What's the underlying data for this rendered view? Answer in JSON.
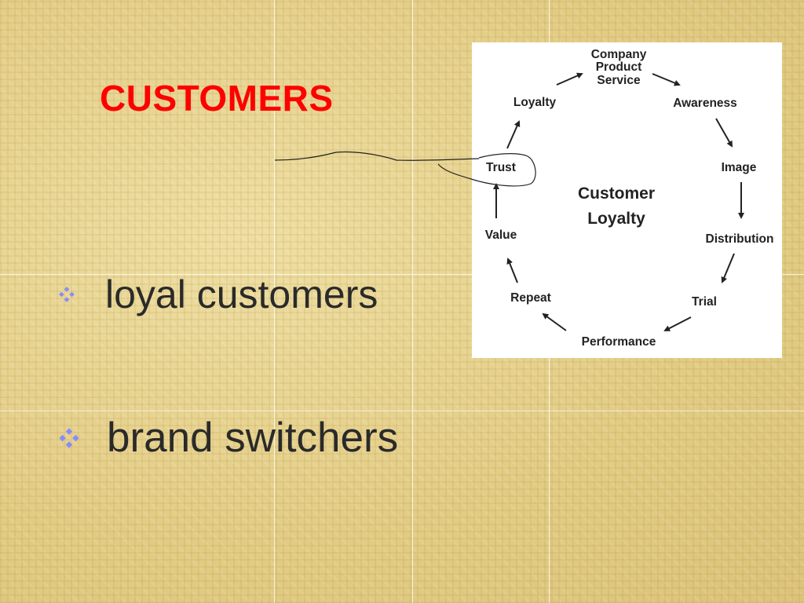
{
  "slide": {
    "title": "CUSTOMERS",
    "bullets": [
      {
        "text": "loyal customers"
      },
      {
        "text": "brand switchers"
      }
    ],
    "colors": {
      "title": "#ff0000",
      "bullet_mark": "#8a8aff",
      "text": "#2a2a2a"
    }
  },
  "figure": {
    "center": [
      "Customer",
      "Loyalty"
    ],
    "stages": {
      "company": [
        "Company",
        "Product",
        "Service"
      ],
      "awareness": "Awareness",
      "image": "Image",
      "distribution": "Distribution",
      "trial": "Trial",
      "performance": "Performance",
      "repeat": "Repeat",
      "value": "Value",
      "trust": "Trust",
      "loyalty": "Loyalty"
    }
  }
}
